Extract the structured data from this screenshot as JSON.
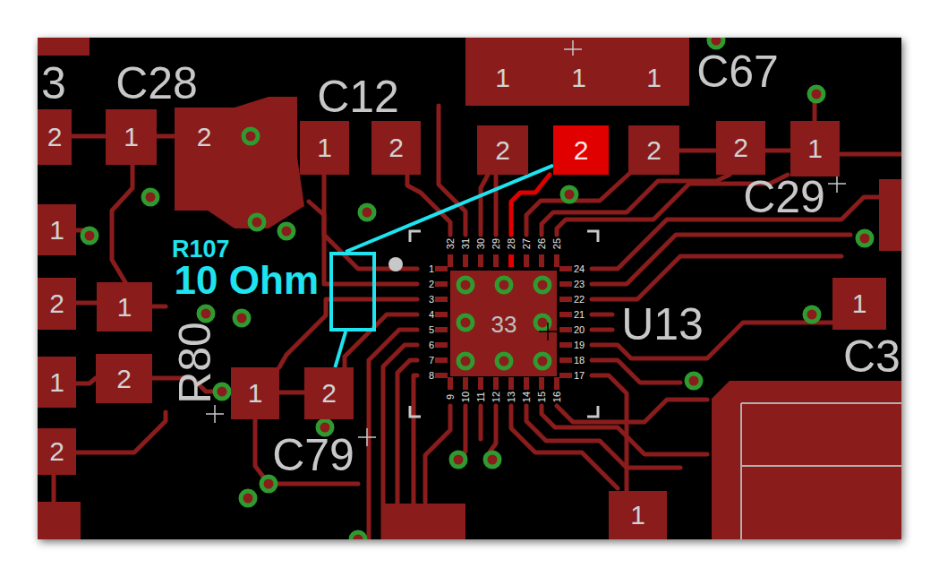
{
  "diagram": {
    "nodes": [
      {
        "text": [
          "1"
        ]
      },
      {
        "text": [
          "1"
        ]
      },
      {
        "text": [
          "1"
        ]
      },
      {
        "text": [
          "2"
        ]
      },
      {
        "text": [
          "1"
        ]
      },
      {
        "text": [
          "2"
        ]
      },
      {
        "text": [
          "1"
        ]
      },
      {
        "text": [
          "2"
        ]
      },
      {
        "text": [
          "2"
        ]
      },
      {
        "text": [
          "2"
        ]
      },
      {
        "text": [
          "2"
        ]
      },
      {
        "text": [
          "2"
        ]
      },
      {
        "text": [
          "1"
        ]
      },
      {
        "text": [
          "1"
        ]
      },
      {
        "text": [
          "R107",
          "10 Ohm"
        ]
      },
      {
        "text": [
          "2"
        ]
      },
      {
        "text": [
          "1"
        ]
      },
      {
        "text": [
          "1"
        ]
      },
      {
        "text": [
          "1"
        ]
      },
      {
        "text": [
          "2"
        ]
      },
      {
        "text": [
          "1"
        ]
      },
      {
        "text": [
          "2"
        ]
      },
      {
        "text": [
          "2"
        ]
      },
      {
        "text": [
          "1"
        ]
      }
    ],
    "edges": [
      {
        "from": 14,
        "to": 9,
        "arrow": "none"
      },
      {
        "from": 14,
        "to": 21,
        "arrow": "none"
      }
    ],
    "labels": [
      "3",
      "C28",
      "C12",
      "C67",
      "C29",
      "32",
      "31",
      "30",
      "29",
      "28",
      "27",
      "26",
      "25",
      "1",
      "2",
      "3",
      "4",
      "5",
      "6",
      "7",
      "8",
      "24",
      "23",
      "22",
      "21",
      "20",
      "19",
      "18",
      "17",
      "9",
      "10",
      "11",
      "12",
      "13",
      "14",
      "15",
      "16",
      "33",
      "U13",
      "R80",
      "C79",
      "C3"
    ]
  }
}
